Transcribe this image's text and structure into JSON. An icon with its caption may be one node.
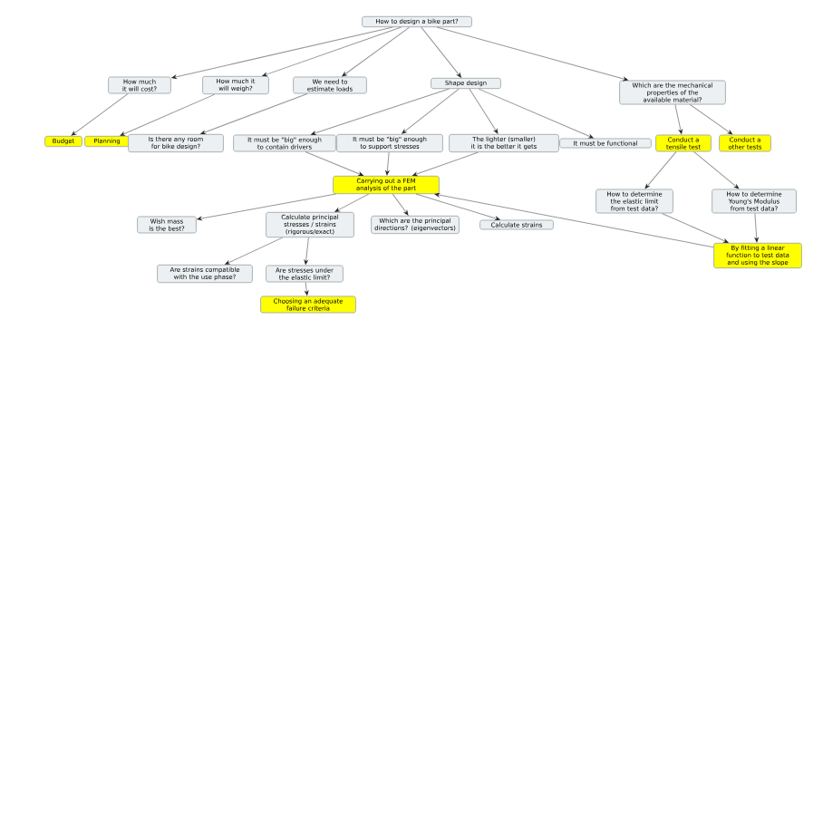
{
  "diagram": {
    "nodes": [
      {
        "text": [
          "How to design a bike part?"
        ]
      },
      {
        "text": [
          "How much it will cost?"
        ]
      },
      {
        "text": [
          "How much it will weigh?"
        ]
      },
      {
        "text": [
          "We need to estimate loads"
        ]
      },
      {
        "text": [
          "Shape design"
        ]
      },
      {
        "text": [
          "Which are the mechanical properties of the available material?"
        ]
      },
      {
        "text": [
          "Budget"
        ]
      },
      {
        "text": [
          "Planning"
        ]
      },
      {
        "text": [
          "Is there any room for bike design?"
        ]
      },
      {
        "text": [
          "It must be \"big\" enough to contain drivers"
        ]
      },
      {
        "text": [
          "It must be \"big\" enough to support stresses"
        ]
      },
      {
        "text": [
          "The lighter (smaller) it is the better it gets"
        ]
      },
      {
        "text": [
          "It must be functional"
        ]
      },
      {
        "text": [
          "Conduct a tensile test"
        ]
      },
      {
        "text": [
          "Conduct a other tests"
        ]
      },
      {
        "text": [
          "Carrying out a FEM analysis of the part"
        ]
      },
      {
        "text": [
          "Wish mass is the best?"
        ]
      },
      {
        "text": [
          "Calculate principal stresses / strains (rigorous/exact)"
        ]
      },
      {
        "text": [
          "Which are the principal directions? (eigenvectors)"
        ]
      },
      {
        "text": [
          "Calculate strains"
        ]
      },
      {
        "text": [
          "Are strains compatible with the use phase?"
        ]
      },
      {
        "text": [
          "Are stresses under the elastic limit?"
        ]
      },
      {
        "text": [
          "Choosing an adequate failure criteria"
        ]
      },
      {
        "text": [
          "How to determine the elastic limit from test data?"
        ]
      },
      {
        "text": [
          "How to determine Young's Modulus from test data?"
        ]
      },
      {
        "text": [
          "By fitting a linear function to test data and using the slope"
        ]
      }
    ],
    "edges": [
      {
        "from": 0,
        "to": 1,
        "arrow": "to"
      },
      {
        "from": 0,
        "to": 2,
        "arrow": "to"
      },
      {
        "from": 0,
        "to": 3,
        "arrow": "to"
      },
      {
        "from": 0,
        "to": 4,
        "arrow": "to"
      },
      {
        "from": 0,
        "to": 5,
        "arrow": "to"
      },
      {
        "from": 1,
        "to": 6,
        "arrow": "to"
      },
      {
        "from": 2,
        "to": 7,
        "arrow": "to"
      },
      {
        "from": 3,
        "to": 8,
        "arrow": "to"
      },
      {
        "from": 4,
        "to": 9,
        "arrow": "to"
      },
      {
        "from": 4,
        "to": 10,
        "arrow": "to"
      },
      {
        "from": 4,
        "to": 11,
        "arrow": "to"
      },
      {
        "from": 4,
        "to": 12,
        "arrow": "to"
      },
      {
        "from": 5,
        "to": 13,
        "arrow": "to"
      },
      {
        "from": 5,
        "to": 14,
        "arrow": "to"
      },
      {
        "from": 9,
        "to": 15,
        "arrow": "to"
      },
      {
        "from": 10,
        "to": 15,
        "arrow": "to"
      },
      {
        "from": 11,
        "to": 15,
        "arrow": "to"
      },
      {
        "from": 13,
        "to": 23,
        "arrow": "to"
      },
      {
        "from": 13,
        "to": 24,
        "arrow": "to"
      },
      {
        "from": 23,
        "to": 25,
        "arrow": "to"
      },
      {
        "from": 24,
        "to": 25,
        "arrow": "to"
      },
      {
        "from": 25,
        "to": 15,
        "arrow": "to"
      },
      {
        "from": 15,
        "to": 16,
        "arrow": "to"
      },
      {
        "from": 15,
        "to": 17,
        "arrow": "to"
      },
      {
        "from": 15,
        "to": 18,
        "arrow": "to"
      },
      {
        "from": 15,
        "to": 19,
        "arrow": "to"
      },
      {
        "from": 17,
        "to": 20,
        "arrow": "to"
      },
      {
        "from": 17,
        "to": 21,
        "arrow": "to"
      },
      {
        "from": 21,
        "to": 22,
        "arrow": "to"
      }
    ]
  }
}
